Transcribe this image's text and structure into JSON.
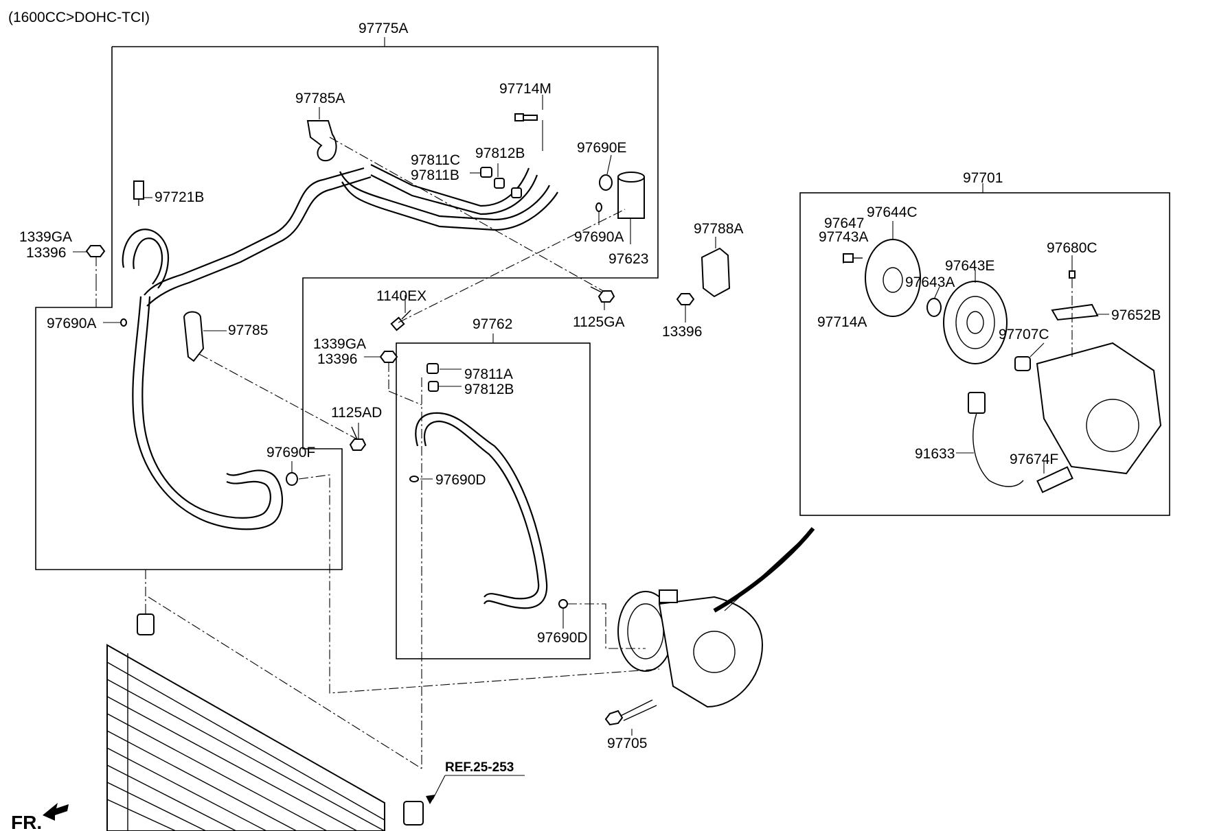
{
  "header": {
    "engine_spec": "(1600CC>DOHC-TCI)"
  },
  "groups": {
    "hose_assembly": "97775A",
    "suction_tube": "97762",
    "compressor_assembly": "97701"
  },
  "labels": {
    "p97785A": "97785A",
    "p97714M": "97714M",
    "p97811C": "97811C",
    "p97811B": "97811B",
    "p97812B_top": "97812B",
    "p97690E": "97690E",
    "p97721B": "97721B",
    "p1339GA_left": "1339GA",
    "p13396_left": "13396",
    "p97690A_right": "97690A",
    "p97623": "97623",
    "p97690A_left": "97690A",
    "p97785": "97785",
    "p1140EX": "1140EX",
    "p1125GA": "1125GA",
    "p97788A": "97788A",
    "p13396_mid": "13396",
    "p1339GA_mid": "1339GA",
    "p13396_mid2": "13396",
    "p97811A": "97811A",
    "p97812B_mid": "97812B",
    "p1125AD": "1125AD",
    "p97690F": "97690F",
    "p97690D_top": "97690D",
    "p97690D_bot": "97690D",
    "p97705": "97705",
    "p97647": "97647",
    "p97644C": "97644C",
    "p97743A": "97743A",
    "p97643E": "97643E",
    "p97643A": "97643A",
    "p97680C": "97680C",
    "p97714A": "97714A",
    "p97652B": "97652B",
    "p97707C": "97707C",
    "p91633": "91633",
    "p97674F": "97674F"
  },
  "reference": "REF.25-253",
  "direction": "FR."
}
